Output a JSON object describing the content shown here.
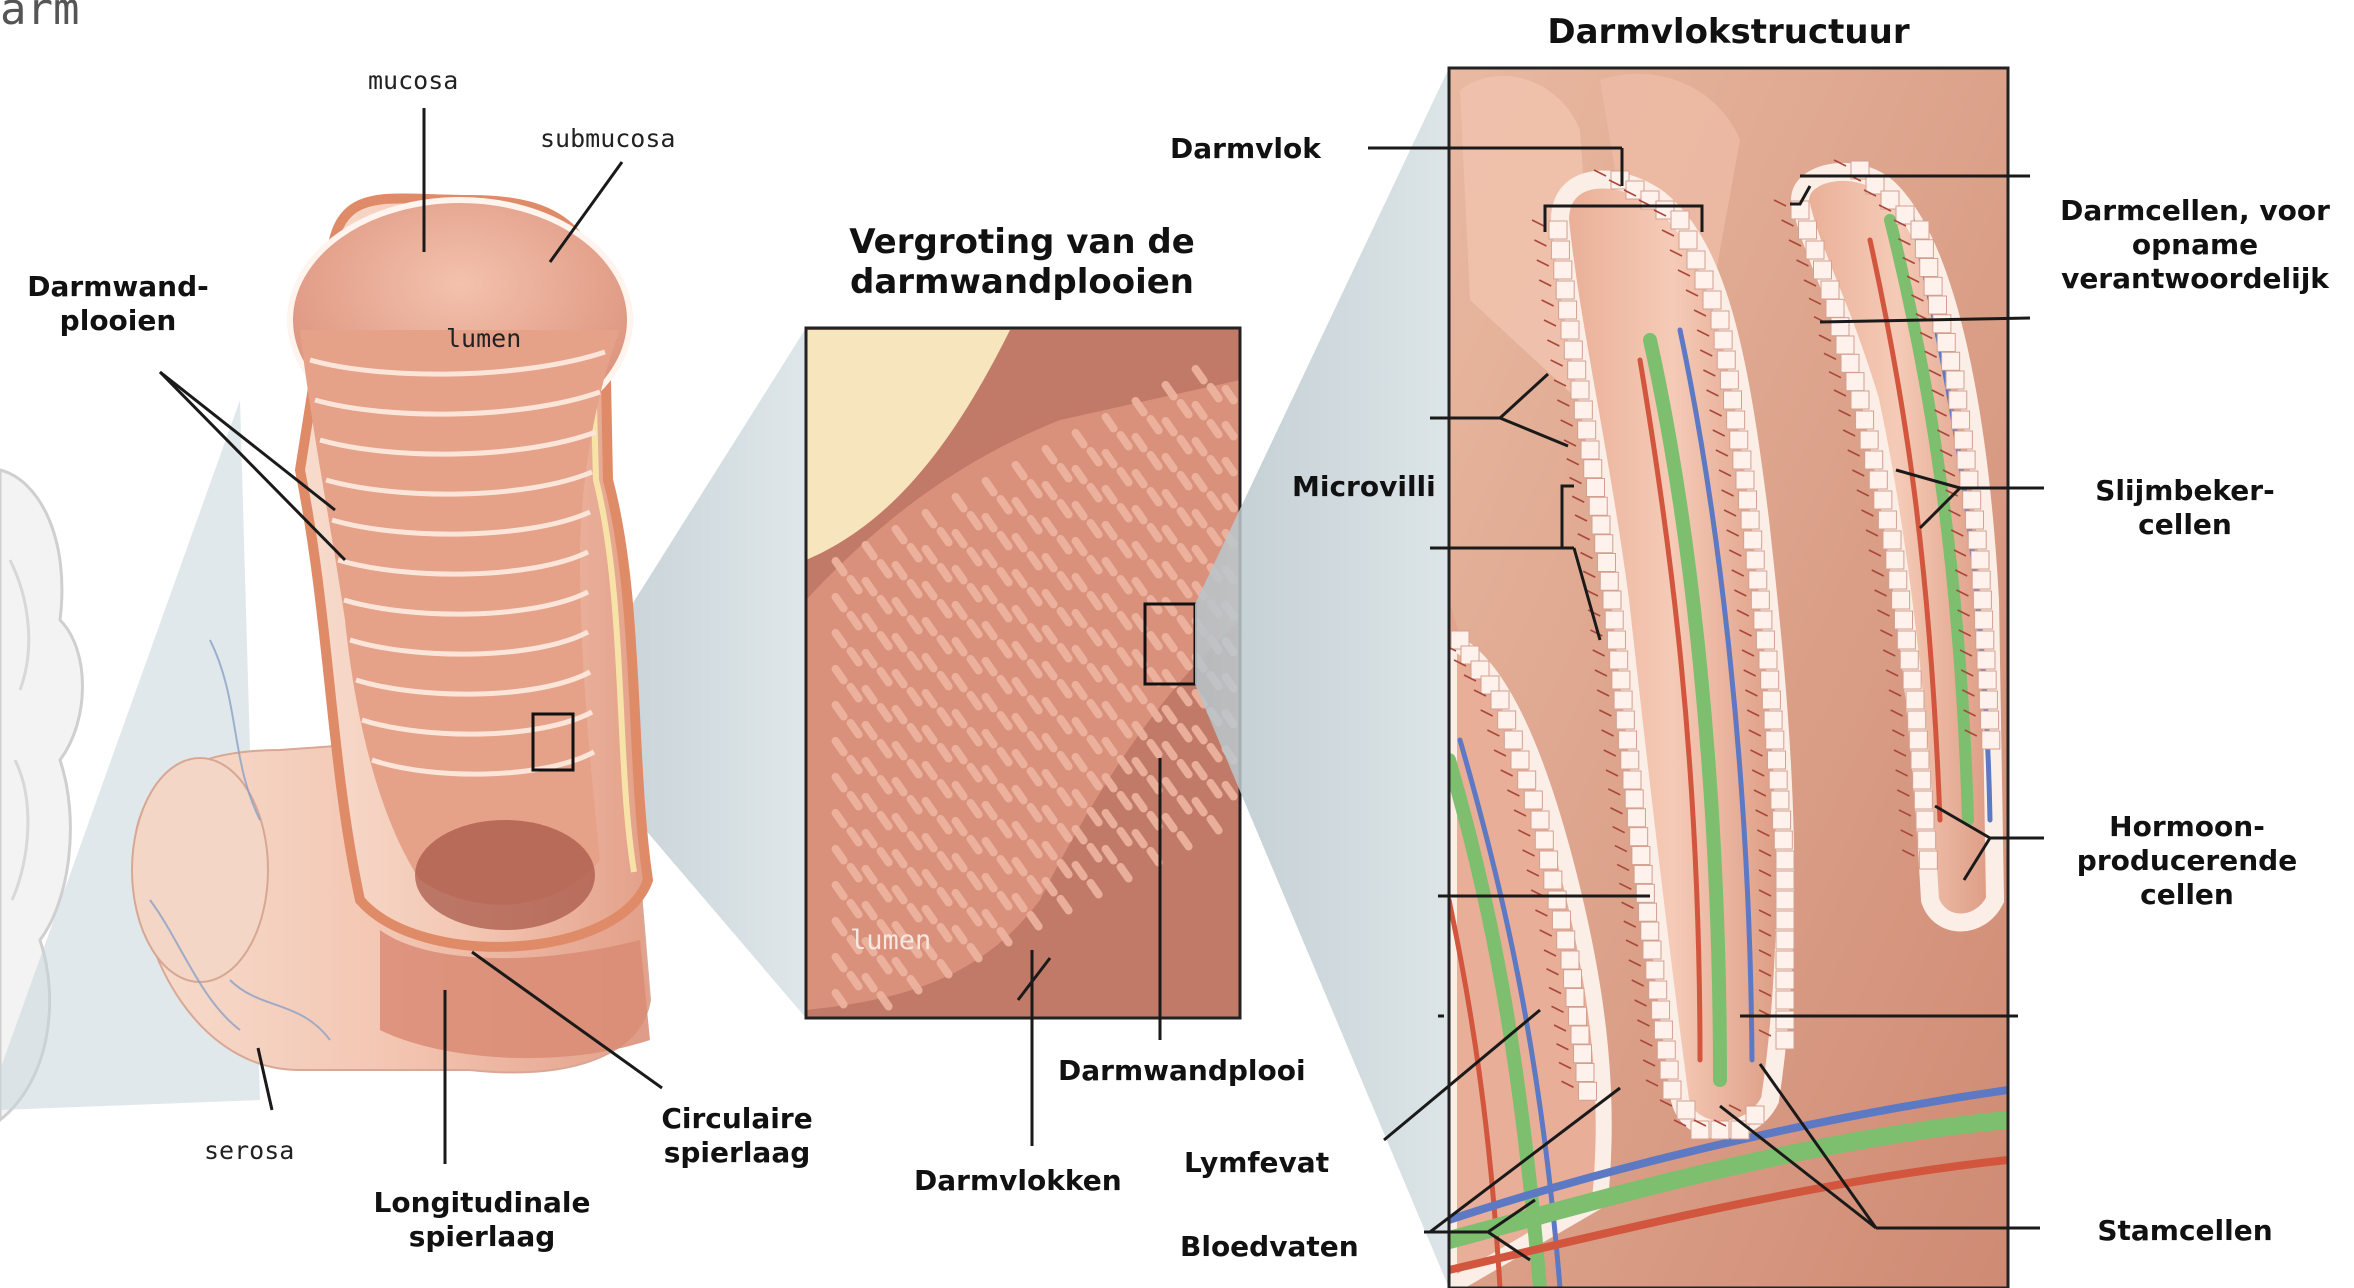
{
  "header": {
    "cropped_word": "arm"
  },
  "intestine": {
    "labels": {
      "mucosa": "mucosa",
      "submucosa": "submucosa",
      "lumen": "lumen",
      "darmwandplooien": "Darmwand-\nplooien",
      "serosa": "serosa",
      "longitudinale": "Longitudinale\nspierlaag",
      "circulaire": "Circulaire\nspierlaag"
    }
  },
  "fold_zoom": {
    "title": "Vergroting van de\ndarmwandplooien",
    "labels": {
      "lumen": "lumen",
      "darmwandplooi": "Darmwandplooi",
      "darmvlokken": "Darmvlokken"
    }
  },
  "villus_zoom": {
    "title": "Darmvlokstructuur",
    "labels": {
      "darmvlok": "Darmvlok",
      "microvilli": "Microvilli",
      "lymfevat": "Lymfevat",
      "bloedvaten": "Bloedvaten",
      "darmcellen": "Darmcellen, voor\nopname\nverantwoordelijk",
      "slijmbeker": "Slijmbeker-\ncellen",
      "hormoon": "Hormoon-\nproducerende\ncellen",
      "stamcellen": "Stamcellen"
    }
  },
  "colors": {
    "tissue_light": "#f4c9b4",
    "tissue_mid": "#e6a48c",
    "tissue_dark": "#b8705f",
    "zoom_cone": "#c5d1d6",
    "artery": "#d2553e",
    "vein": "#5d79c4",
    "lymph": "#7dbf6e",
    "leader": "#1a1a1a"
  }
}
